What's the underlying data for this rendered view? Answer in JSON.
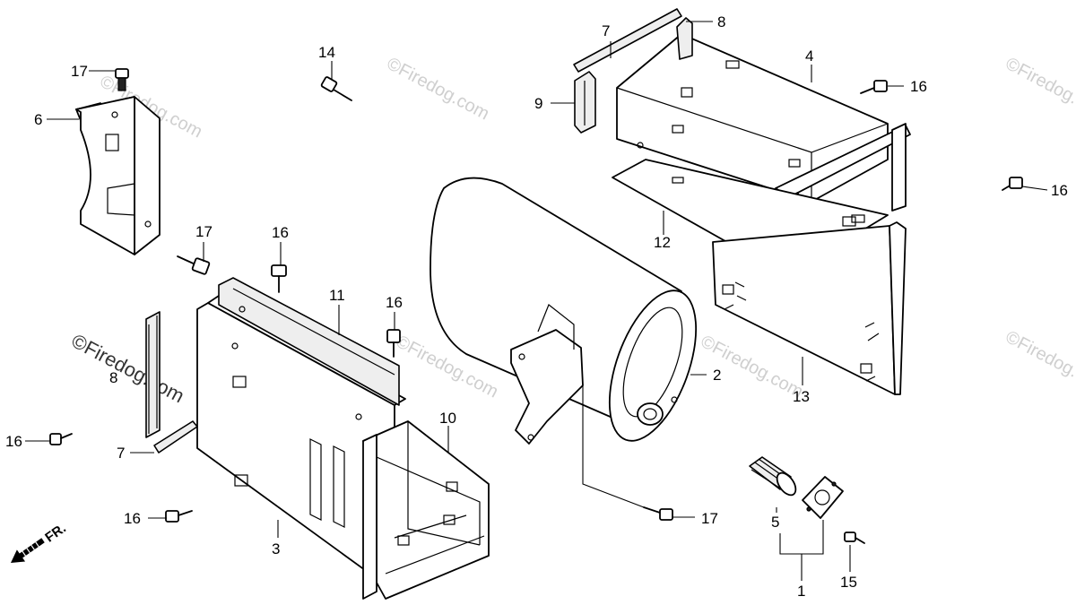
{
  "callouts": {
    "c1": "1",
    "c2": "2",
    "c3": "3",
    "c4": "4",
    "c5": "5",
    "c6": "6",
    "c7a": "7",
    "c7b": "7",
    "c8a": "8",
    "c8b": "8",
    "c9": "9",
    "c10": "10",
    "c11": "11",
    "c12": "12",
    "c13": "13",
    "c14": "14",
    "c15": "15",
    "c16a": "16",
    "c16b": "16",
    "c16c": "16",
    "c16d": "16",
    "c16e": "16",
    "c16f": "16",
    "c17a": "17",
    "c17b": "17",
    "c17c": "17"
  },
  "direction_label": "FR.",
  "watermark": "©Firedog.com"
}
